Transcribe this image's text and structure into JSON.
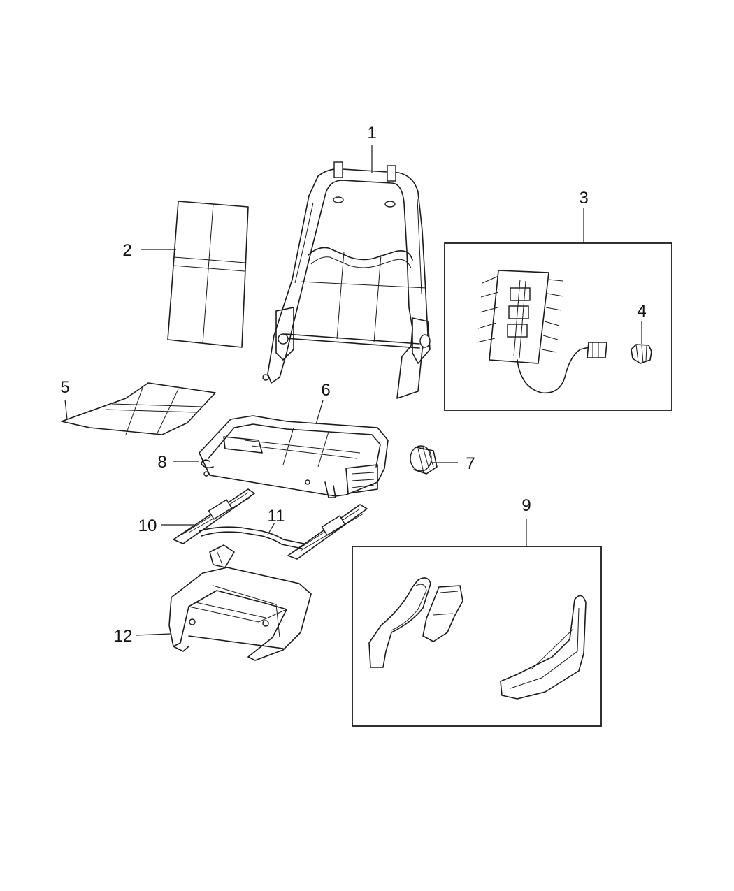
{
  "callouts": {
    "c1": "1",
    "c2": "2",
    "c3": "3",
    "c4": "4",
    "c5": "5",
    "c6": "6",
    "c7": "7",
    "c8": "8",
    "c9": "9",
    "c10": "10",
    "c11": "11",
    "c12": "12"
  },
  "parts": [
    "seat-back-frame",
    "seat-back-pad",
    "heated-seat-element-kit",
    "lumbar-knob",
    "seat-cushion-pad",
    "seat-cushion-frame",
    "recliner-knob",
    "cushion-frame-assembly",
    "seat-shield-kit",
    "seat-track-adjuster",
    "track-towel-bar",
    "seat-riser"
  ]
}
